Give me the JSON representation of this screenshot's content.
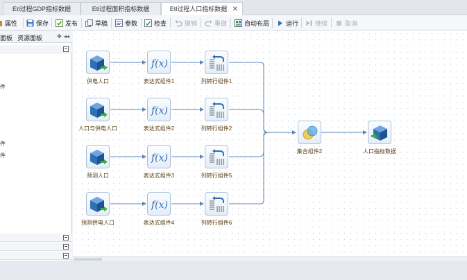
{
  "tabs": [
    {
      "label": "Etl过程GDP指标数据"
    },
    {
      "label": "Etl过程面积指标数据"
    },
    {
      "label": "Etl过程人口指标数据",
      "close": "✕"
    }
  ],
  "toolbar": {
    "properties": "属性",
    "save": "保存",
    "publish": "发布",
    "draft": "草稿",
    "params": "参数",
    "check": "检查",
    "undo": "撤销",
    "redo": "重做",
    "auto_layout": "自动布局",
    "run": "运行",
    "continue": "继续",
    "cancel": "取消"
  },
  "left_panel": {
    "tab_fragment": "面板",
    "resource_panel": "资源面板",
    "fragments": [
      "件",
      "件",
      "件"
    ]
  },
  "nodes": {
    "src1": "供电人口",
    "src2": "人口与供电人口",
    "src3": "预测人口",
    "src4": "预测供电人口",
    "expr1": "表达式组件1",
    "expr2": "表达式组件2",
    "expr3": "表达式组件3",
    "expr4": "表达式组件4",
    "rc1": "列转行组件1",
    "rc2": "列转行组件2",
    "rc5": "列转行组件5",
    "rc6": "列转行组件6",
    "union": "集合组件2",
    "target": "人口指标数据"
  },
  "colors": {
    "accent": "#2f6fb3",
    "link": "#5b86b8",
    "label": "#5a3c12"
  }
}
